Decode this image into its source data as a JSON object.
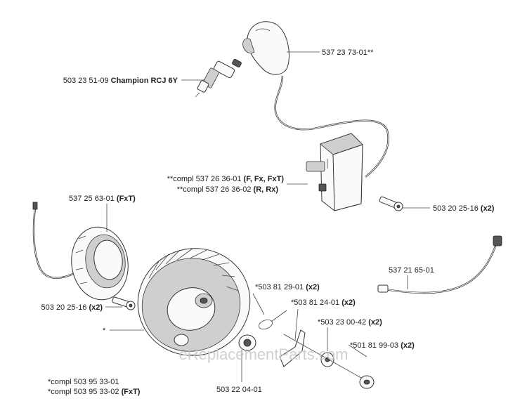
{
  "labels": {
    "spark_plug": {
      "num": "503 23 51-09",
      "desc": "Champion RCJ 6Y"
    },
    "plug_cap": {
      "num": "537 23 73-01**"
    },
    "ignition_module_1": {
      "num": "**compl 537 26 36-01",
      "desc": "(F, Fx, FxT)"
    },
    "ignition_module_2": {
      "num": "**compl 537 26 36-02",
      "desc": "(R, Rx)"
    },
    "module_screw": {
      "num": "503 20 25-16",
      "desc": "(x2)"
    },
    "coil_ring": {
      "num": "537 25 63-01",
      "desc": "(FxT)"
    },
    "coil_screw": {
      "num": "503 20 25-16",
      "desc": "(x2)"
    },
    "cable_right": {
      "num": "537 21 65-01"
    },
    "screw_81_29": {
      "num": "*503 81 29-01",
      "desc": "(x2)"
    },
    "plate_81_24": {
      "num": "*503 81 24-01",
      "desc": "(x2)"
    },
    "washer_23_00": {
      "num": "*503 23 00-42",
      "desc": "(x2)"
    },
    "bolt_81_99": {
      "num": "*501 81 99-03",
      "desc": "(x2)"
    },
    "flywheel_star": {
      "num": "*"
    },
    "flywheel_compl_1": {
      "num": "*compl 503 95 33-01"
    },
    "flywheel_compl_2": {
      "num": "*compl 503 95 33-02",
      "desc": "(FxT)"
    },
    "nut_22_04": {
      "num": "503 22 04-01"
    }
  },
  "watermark": "eReplacementParts.com"
}
